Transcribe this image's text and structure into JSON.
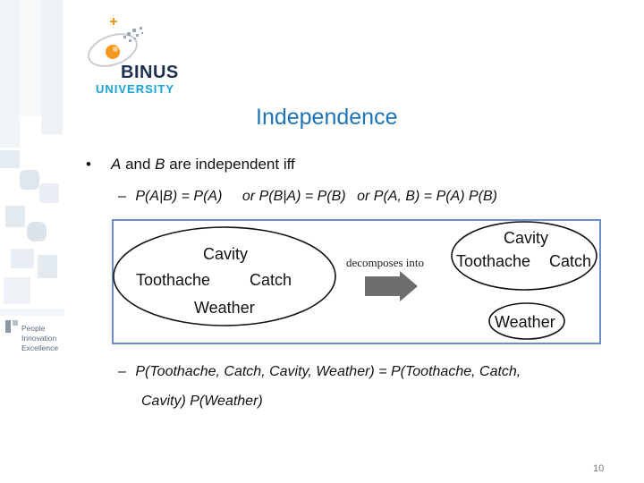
{
  "logo": {
    "line1": "BINUS",
    "line2": "UNIVERSITY"
  },
  "tagline": [
    "People",
    "Innovation",
    "Excellence"
  ],
  "title": "Independence",
  "bullet": {
    "symbol": "•",
    "text_a": "A",
    "text_and": " and ",
    "text_b": "B",
    "text_rest": " are independent iff"
  },
  "subpoint1": {
    "dash": "–",
    "expr1": "P(A|B) = P(A)",
    "or1": "or",
    "expr2": "P(B|A) = P(B)",
    "or2": "or",
    "expr3": "P(A, B) = P(A) P(B)"
  },
  "diagram": {
    "left": {
      "cavity": "Cavity",
      "toothache": "Toothache",
      "catch": "Catch",
      "weather": "Weather"
    },
    "arrow_label": "decomposes into",
    "right_top": {
      "cavity": "Cavity",
      "toothache": "Toothache",
      "catch": "Catch"
    },
    "right_bottom": {
      "weather": "Weather"
    }
  },
  "subpoint2": {
    "dash": "–",
    "line1": "P(Toothache, Catch, Cavity, Weather) = P(Toothache, Catch,",
    "line2": "Cavity) P(Weather)"
  },
  "page_number": "10",
  "colors": {
    "title": "#1e74b8",
    "brand_dark": "#1e3050",
    "brand_light": "#1aa0d8",
    "diagram_border": "#6b8fc9",
    "arrow": "#6e6e6e",
    "logo_orange": "#f39a1e"
  }
}
